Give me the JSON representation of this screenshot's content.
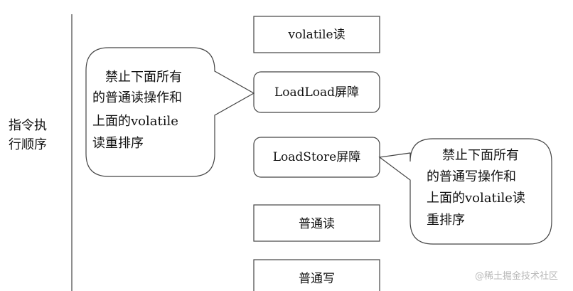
{
  "side_label": {
    "line1": "指令执",
    "line2": "行顺序"
  },
  "sequence": [
    {
      "label": "volatile读"
    },
    {
      "label": "LoadLoad屏障"
    },
    {
      "label": "LoadStore屏障"
    },
    {
      "label": "普通读"
    },
    {
      "label": "普通写"
    }
  ],
  "callout_left": {
    "lines": [
      "禁止下面所有",
      "的普通读操作和",
      "上面的volatile",
      "读重排序"
    ]
  },
  "callout_right": {
    "lines": [
      "禁止下面所有",
      "的普通写操作和",
      "上面的volatile读",
      "重排序"
    ]
  },
  "watermark": "@稀土掘金技术社区",
  "colors": {
    "stroke": "#444444",
    "text": "#111111",
    "watermark": "#b9b9b9"
  }
}
